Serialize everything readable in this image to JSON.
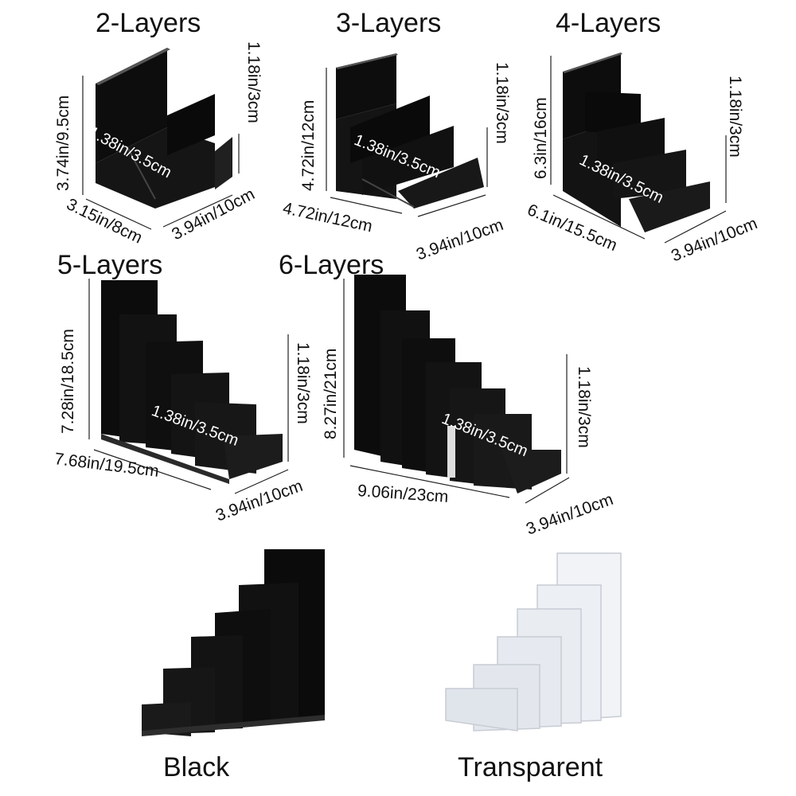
{
  "products": [
    {
      "title": "2-Layers",
      "height": "3.74in/9.5cm",
      "step_height": "1.18in/3cm",
      "step_depth": "1.38in/3.5cm",
      "width": "3.15in/8cm",
      "depth": "3.94in/10cm"
    },
    {
      "title": "3-Layers",
      "height": "4.72in/12cm",
      "step_height": "1.18in/3cm",
      "step_depth": "1.38in/3.5cm",
      "width": "4.72in/12cm",
      "depth": "3.94in/10cm"
    },
    {
      "title": "4-Layers",
      "height": "6.3in/16cm",
      "step_height": "1.18in/3cm",
      "step_depth": "1.38in/3.5cm",
      "width": "6.1in/15.5cm",
      "depth": "3.94in/10cm"
    },
    {
      "title": "5-Layers",
      "height": "7.28in/18.5cm",
      "step_height": "1.18in/3cm",
      "step_depth": "1.38in/3.5cm",
      "width": "7.68in/19.5cm",
      "depth": "3.94in/10cm"
    },
    {
      "title": "6-Layers",
      "height": "8.27in/21cm",
      "step_height": "1.18in/3cm",
      "step_depth": "1.38in/3.5cm",
      "width": "9.06in/23cm",
      "depth": "3.94in/10cm"
    }
  ],
  "colors_option": [
    {
      "label": "Black",
      "fill": "#0b0b0b"
    },
    {
      "label": "Transparent",
      "fill": "#e8ecf2"
    }
  ]
}
